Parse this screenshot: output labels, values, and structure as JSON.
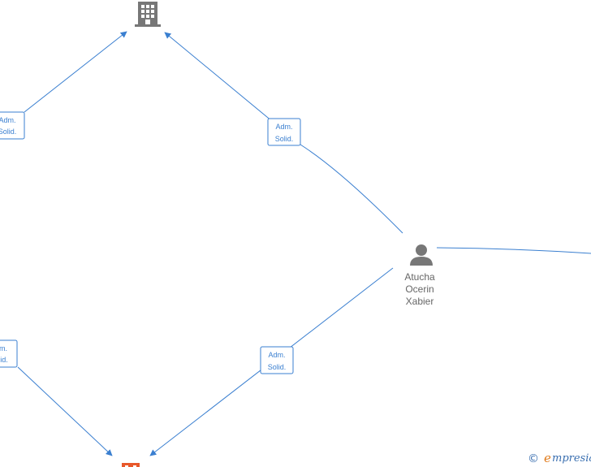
{
  "diagram": {
    "edge_labels": {
      "top_left": [
        "Adm.",
        "Solid."
      ],
      "top_right": [
        "Adm.",
        "Solid."
      ],
      "bottom_left": [
        "m.",
        "lid."
      ],
      "bottom_right": [
        "Adm.",
        "Solid."
      ]
    },
    "nodes": {
      "person": {
        "icon": "person-icon",
        "name_lines": [
          "Atucha",
          "Ocerin",
          "Xabier"
        ]
      },
      "company_top": {
        "icon": "building-icon",
        "color": "#777777"
      },
      "company_bottom": {
        "icon": "building-icon",
        "color": "#e8582a"
      }
    },
    "colors": {
      "edge": "#3a7fd0",
      "node_text": "#666666"
    }
  },
  "footer": {
    "copyright_symbol": "©",
    "brand_initial": "e",
    "brand_rest": "mpresia"
  }
}
